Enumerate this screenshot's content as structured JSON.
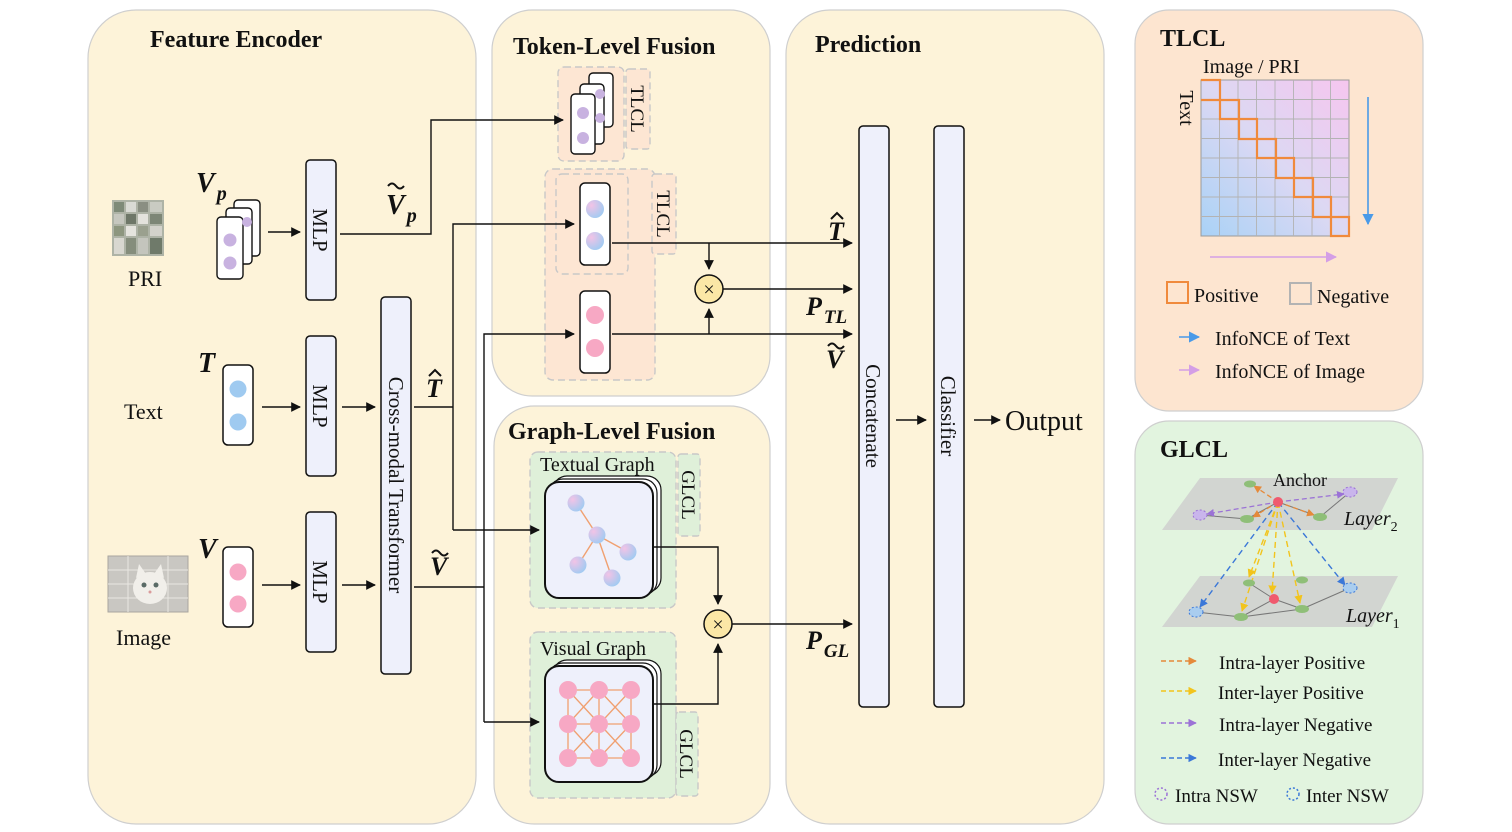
{
  "panels": {
    "feature_encoder": "Feature Encoder",
    "token_fusion": "Token-Level  Fusion",
    "prediction": "Prediction",
    "graph_fusion": "Graph-Level  Fusion",
    "tlcl": "TLCL",
    "glcl": "GLCL"
  },
  "inputs": {
    "pri": "PRI",
    "text": "Text",
    "image": "Image"
  },
  "symbols": {
    "vp": "V",
    "vp_sub": "p",
    "t": "T",
    "v": "V",
    "vp_tilde": "V",
    "t_hat": "T",
    "v_tilde": "V",
    "p_tl": "P",
    "p_tl_sub": "TL",
    "p_gl": "P",
    "p_gl_sub": "GL"
  },
  "blocks": {
    "mlp": "MLP",
    "cross_modal": "Cross-modal Transformer",
    "concatenate": "Concatenate",
    "classifier": "Classifier",
    "output": "Output",
    "tlcl_tag": "TLCL",
    "glcl_tag": "GLCL",
    "multiply": "×"
  },
  "graphs": {
    "textual": "Textual Graph",
    "visual": "Visual Graph"
  },
  "tlcl_legend": {
    "matrix_top": "Image / PRI",
    "matrix_side": "Text",
    "positive": "Positive",
    "negative": "Negative",
    "infonce_text": "InfoNCE of Text",
    "infonce_image": "InfoNCE of Image"
  },
  "glcl_legend": {
    "anchor": "Anchor",
    "layer2": "Layer",
    "layer2_sub": "2",
    "layer1": "Layer",
    "layer1_sub": "1",
    "intra_pos": "Intra-layer Positive",
    "inter_pos": "Inter-layer Positive",
    "intra_neg": "Intra-layer Negative",
    "inter_neg": "Inter-layer Negative",
    "intra_nsw": "Intra NSW",
    "inter_nsw": "Inter NSW"
  },
  "colors": {
    "panel_yellow": "#fdf3d9",
    "panel_peach": "#fde5d0",
    "panel_green": "#e2f4df",
    "graph_green": "#dff0d9",
    "block_fill": "#eef0fb",
    "pink": "#f7a8c4",
    "blue": "#9fcaf0",
    "purple": "#c8b2e0",
    "orange": "#f08a3c",
    "arrow_blue": "#4a9ae8",
    "arrow_purple": "#d49ee6"
  }
}
